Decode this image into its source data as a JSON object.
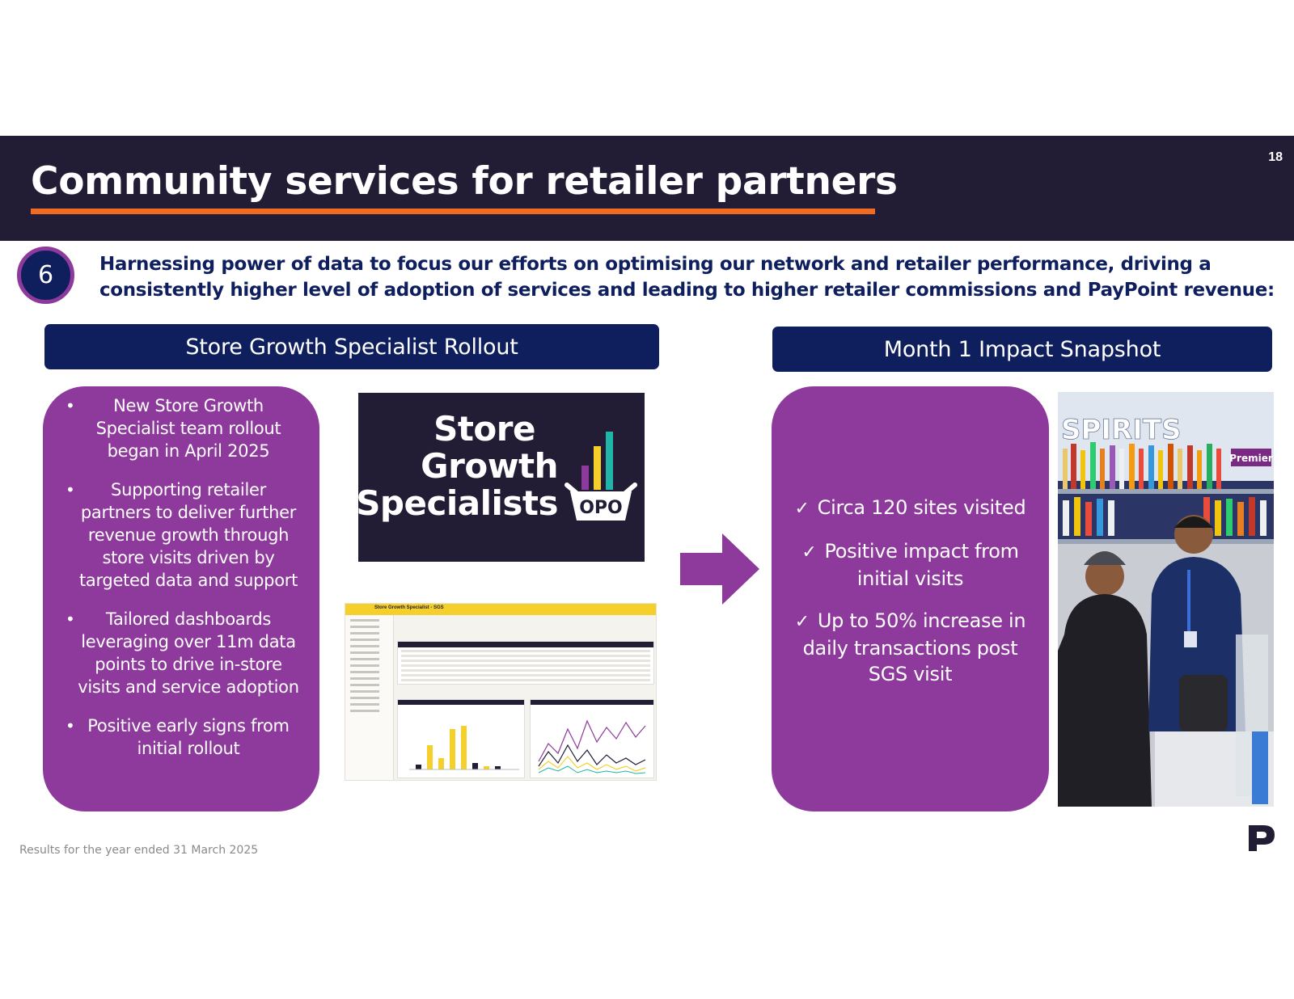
{
  "header": {
    "title": "Community services for retailer partners",
    "page_number": "18"
  },
  "intro": {
    "step": "6",
    "text": "Harnessing power of data to focus our efforts on optimising our network and retailer performance, driving a consistently higher level of adoption of services and leading to higher retailer commissions and PayPoint revenue:"
  },
  "left_section": {
    "heading": "Store Growth Specialist Rollout",
    "bullets": [
      "New Store Growth Specialist team rollout began in April 2025",
      "Supporting retailer partners to deliver further revenue growth through store visits driven by targeted data and support",
      "Tailored dashboards leveraging over 11m data points to drive in-store visits and service adoption",
      "Positive early signs from initial rollout"
    ],
    "logo": {
      "line1": "Store",
      "line2": "Growth",
      "line3": "Specialists",
      "basket_label": "OPO"
    },
    "dashboard": {
      "title": "Store Growth Specialist - SGS"
    }
  },
  "right_section": {
    "heading": "Month 1 Impact Snapshot",
    "checks": [
      "Circa 120 sites visited",
      "Positive impact from initial visits",
      "Up to 50% increase in daily transactions post SGS visit"
    ],
    "photo_sign": "SPIRITS",
    "photo_brand": "Premier"
  },
  "footer": {
    "text": "Results for the year ended 31 March 2025"
  },
  "colors": {
    "navy": "#0f1f5e",
    "dark_band": "#231c35",
    "purple": "#8e3a9c",
    "orange": "#f26b21",
    "yellow": "#f5d02a",
    "teal": "#1fb5a8"
  },
  "icons": {
    "check": "check-icon",
    "arrow": "arrow-right-icon",
    "brand": "paypoint-logo-icon"
  }
}
